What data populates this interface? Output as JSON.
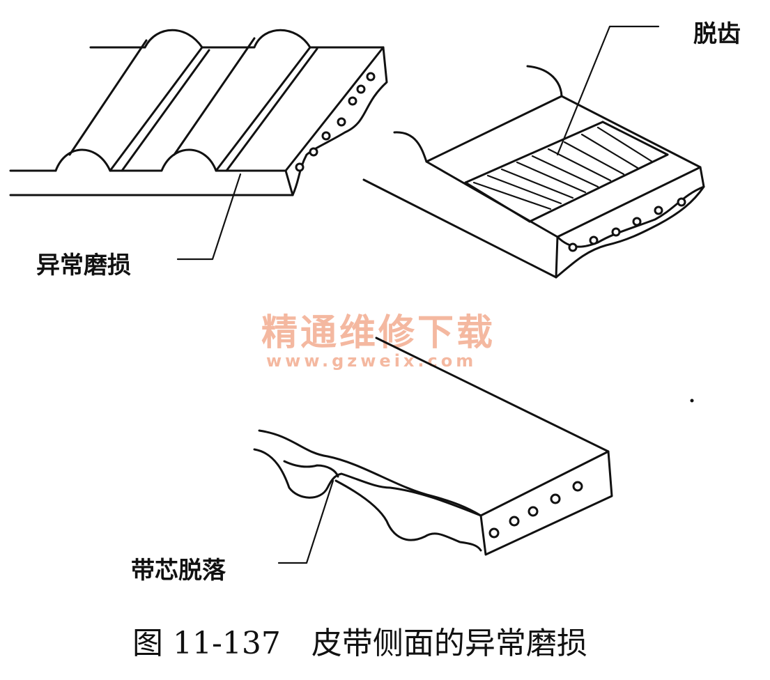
{
  "labels": {
    "abnormal_wear": "异常磨损",
    "tooth_loss": "脱齿",
    "core_detachment": "带芯脱落"
  },
  "caption": "图 11-137　皮带侧面的异常磨损",
  "watermark": {
    "line1": "精通维修下载",
    "line2": "www.gzweix.com",
    "color": "#f4b8a0"
  }
}
